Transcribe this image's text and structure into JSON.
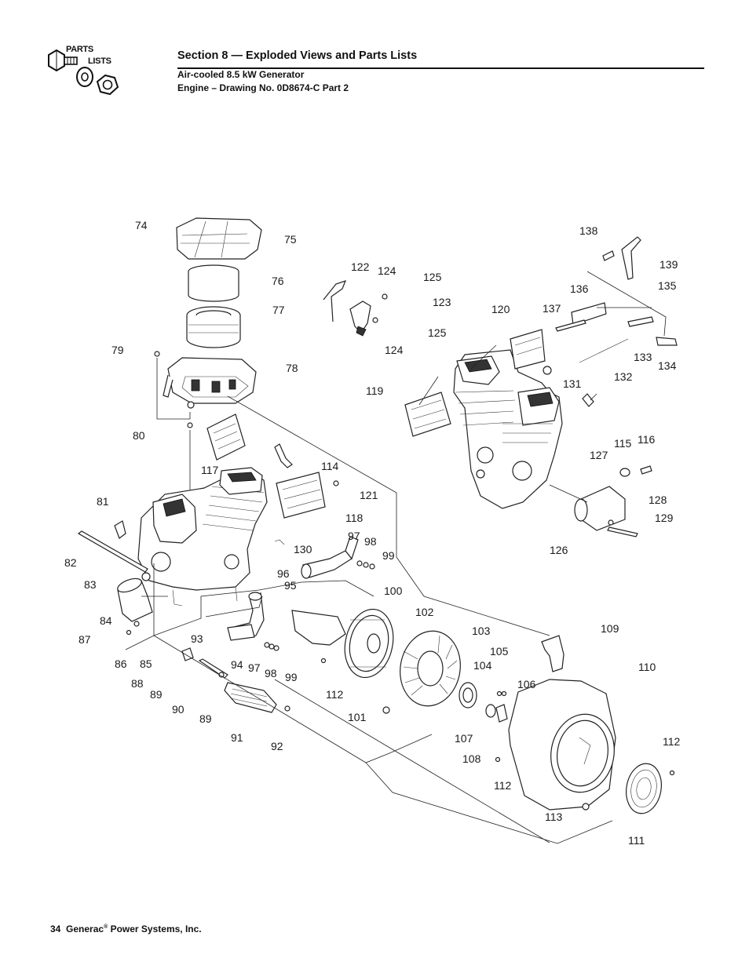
{
  "logo": {
    "word1": "PARTS",
    "word2": "LISTS"
  },
  "header": {
    "section_title": "Section 8 — Exploded Views and Parts Lists",
    "subtitle1": "Air-cooled 8.5 kW Generator",
    "subtitle2": "Engine – Drawing No. 0D8674-C Part 2"
  },
  "callouts": [
    {
      "text": "74"
    },
    {
      "text": "75"
    },
    {
      "text": "76"
    },
    {
      "text": "77"
    },
    {
      "text": "79"
    },
    {
      "text": "78"
    },
    {
      "text": "80"
    },
    {
      "text": "117"
    },
    {
      "text": "114"
    },
    {
      "text": "121"
    },
    {
      "text": "118"
    },
    {
      "text": "81"
    },
    {
      "text": "82"
    },
    {
      "text": "83"
    },
    {
      "text": "84"
    },
    {
      "text": "87"
    },
    {
      "text": "86"
    },
    {
      "text": "85"
    },
    {
      "text": "88"
    },
    {
      "text": "89"
    },
    {
      "text": "90"
    },
    {
      "text": "89"
    },
    {
      "text": "91"
    },
    {
      "text": "92"
    },
    {
      "text": "93"
    },
    {
      "text": "94"
    },
    {
      "text": "97"
    },
    {
      "text": "98"
    },
    {
      "text": "99"
    },
    {
      "text": "130"
    },
    {
      "text": "97"
    },
    {
      "text": "98"
    },
    {
      "text": "99"
    },
    {
      "text": "96"
    },
    {
      "text": "95"
    },
    {
      "text": "100"
    },
    {
      "text": "102"
    },
    {
      "text": "112"
    },
    {
      "text": "101"
    },
    {
      "text": "103"
    },
    {
      "text": "105"
    },
    {
      "text": "104"
    },
    {
      "text": "106"
    },
    {
      "text": "107"
    },
    {
      "text": "108"
    },
    {
      "text": "112"
    },
    {
      "text": "109"
    },
    {
      "text": "110"
    },
    {
      "text": "112"
    },
    {
      "text": "113"
    },
    {
      "text": "111"
    },
    {
      "text": "122"
    },
    {
      "text": "124"
    },
    {
      "text": "125"
    },
    {
      "text": "123"
    },
    {
      "text": "125"
    },
    {
      "text": "124"
    },
    {
      "text": "120"
    },
    {
      "text": "137"
    },
    {
      "text": "136"
    },
    {
      "text": "138"
    },
    {
      "text": "139"
    },
    {
      "text": "135"
    },
    {
      "text": "133"
    },
    {
      "text": "134"
    },
    {
      "text": "132"
    },
    {
      "text": "131"
    },
    {
      "text": "119"
    },
    {
      "text": "127"
    },
    {
      "text": "115"
    },
    {
      "text": "116"
    },
    {
      "text": "128"
    },
    {
      "text": "129"
    },
    {
      "text": "126"
    }
  ],
  "footer": {
    "page_number": "34",
    "company": "Generac",
    "reg_mark": "®",
    "company_rest": "Power Systems, Inc."
  }
}
